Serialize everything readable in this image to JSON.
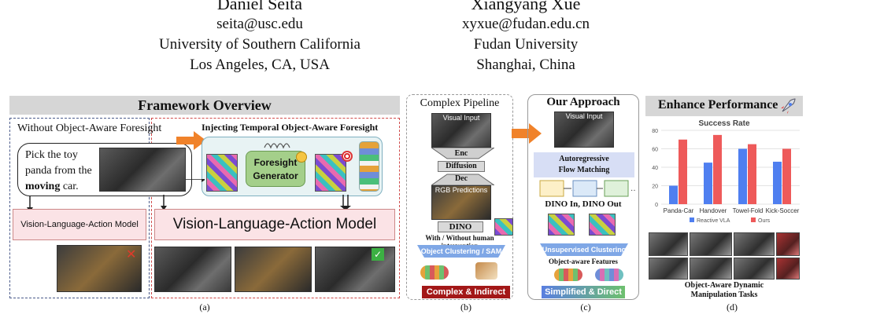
{
  "authors": [
    {
      "name": "Daniel Seita",
      "email": "seita@usc.edu",
      "affiliation": "University of Southern California",
      "location": "Los Angeles, CA, USA"
    },
    {
      "name": "Xiangyang Xue",
      "email": "xyxue@fudan.edu.cn",
      "affiliation": "Fudan University",
      "location": "Shanghai, China"
    }
  ],
  "panel_a": {
    "title": "Framework Overview",
    "without_label": "Without Object-Aware Foresight",
    "injecting_label": "Injecting Temporal Object-Aware Foresight",
    "instruction_l1": "Pick the toy",
    "instruction_l2": "panda from the",
    "instruction_bold": "moving",
    "instruction_end": " car.",
    "generator_l1": "Foresight",
    "generator_l2": "Generator",
    "vla_small": "Vision-Language-Action Model",
    "vla_large": "Vision-Language-Action Model",
    "fail_mark": "✕",
    "success_mark": "✓",
    "caption": "(a)"
  },
  "panel_b": {
    "title": "Complex Pipeline",
    "visual_input": "Visual Input",
    "enc": "Enc",
    "diffusion": "Diffusion",
    "dec": "Dec",
    "rgb_predictions": "RGB Predictions",
    "dino": "DINO",
    "intervention": "With / Without human intervention",
    "clustering": "Object Clustering / SAM",
    "result": "Complex & Indirect",
    "caption": "(b)"
  },
  "panel_c": {
    "title": "Our Approach",
    "visual_input": "Visual Input",
    "flow_l1": "Autoregressive",
    "flow_l2": "Flow Matching",
    "dino_io": "DINO In, DINO Out",
    "clustering": "Unsupervised Clustering",
    "features": "Object-aware Features",
    "result": "Simplified & Direct",
    "caption": "(c)"
  },
  "panel_d": {
    "title": "Enhance Performance",
    "tasks_l1": "Object-Aware Dynamic",
    "tasks_l2": "Manipulation Tasks",
    "caption": "(d)"
  },
  "chart_data": {
    "type": "bar",
    "title": "Success Rate",
    "categories": [
      "Panda-Car",
      "Handover",
      "Towel-Fold",
      "Kick-Soccer"
    ],
    "series": [
      {
        "name": "Reactive VLA",
        "values": [
          20,
          45,
          60,
          46
        ],
        "color": "#4f7ff0"
      },
      {
        "name": "Ours",
        "values": [
          70,
          75,
          65,
          60
        ],
        "color": "#ee5a5a"
      }
    ],
    "ylim": [
      0,
      80
    ],
    "yticks": [
      0,
      20,
      40,
      60,
      80
    ],
    "grid": true,
    "legend": "bottom"
  }
}
